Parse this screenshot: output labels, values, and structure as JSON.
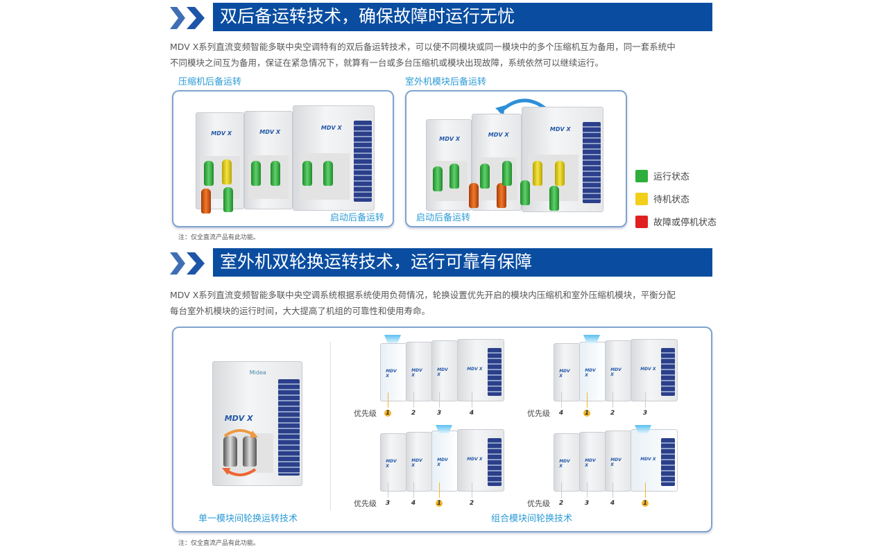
{
  "section1": {
    "title": "双后备运转技术，确保故障时运行无忧",
    "para1": "MDV X系列直流变频智能多联中央空调特有的双后备运转技术，可以使不同模块或同一模块中的多个压缩机互为备用，同一套系统中",
    "para2": "不同模块之间互为备用，保证在紧急情况下，就算有一台或多台压缩机或模块出现故障，系统依然可以继续运行。",
    "panels": [
      {
        "label": "压缩机后备运转",
        "caption": "启动后备运转"
      },
      {
        "label": "室外机模块后备运转",
        "caption": "启动后备运转"
      }
    ],
    "legend": [
      {
        "label": "运行状态",
        "color": "#2eae3c"
      },
      {
        "label": "待机状态",
        "color": "#f2cf1a"
      },
      {
        "label": "故障或停机状态",
        "color": "#e02020"
      }
    ],
    "note": "注：仅全直流产品有此功能。",
    "brand_mark": "MDV X"
  },
  "section2": {
    "title": "室外机双轮换运转技术，运行可靠有保障",
    "para1": "MDV X系列直流变频智能多联中央空调系统根据系统使用负荷情况，轮换设置优先开启的模块内压缩机和室外压缩机模块，平衡分配",
    "para2": "每台室外机模块的运行时间，大大提高了机组的可靠性和使用寿命。",
    "left_caption": "单一模块间轮换运转技术",
    "right_caption": "组合模块间轮换技术",
    "priority_label": "优先级",
    "groups": [
      {
        "priorities": [
          "1",
          "2",
          "3",
          "4"
        ]
      },
      {
        "priorities": [
          "4",
          "1",
          "2",
          "3"
        ]
      },
      {
        "priorities": [
          "3",
          "4",
          "1",
          "2"
        ]
      },
      {
        "priorities": [
          "2",
          "3",
          "4",
          "1"
        ]
      }
    ],
    "note": "注：仅全直流产品有此功能。",
    "brand_logo": "Midea"
  }
}
